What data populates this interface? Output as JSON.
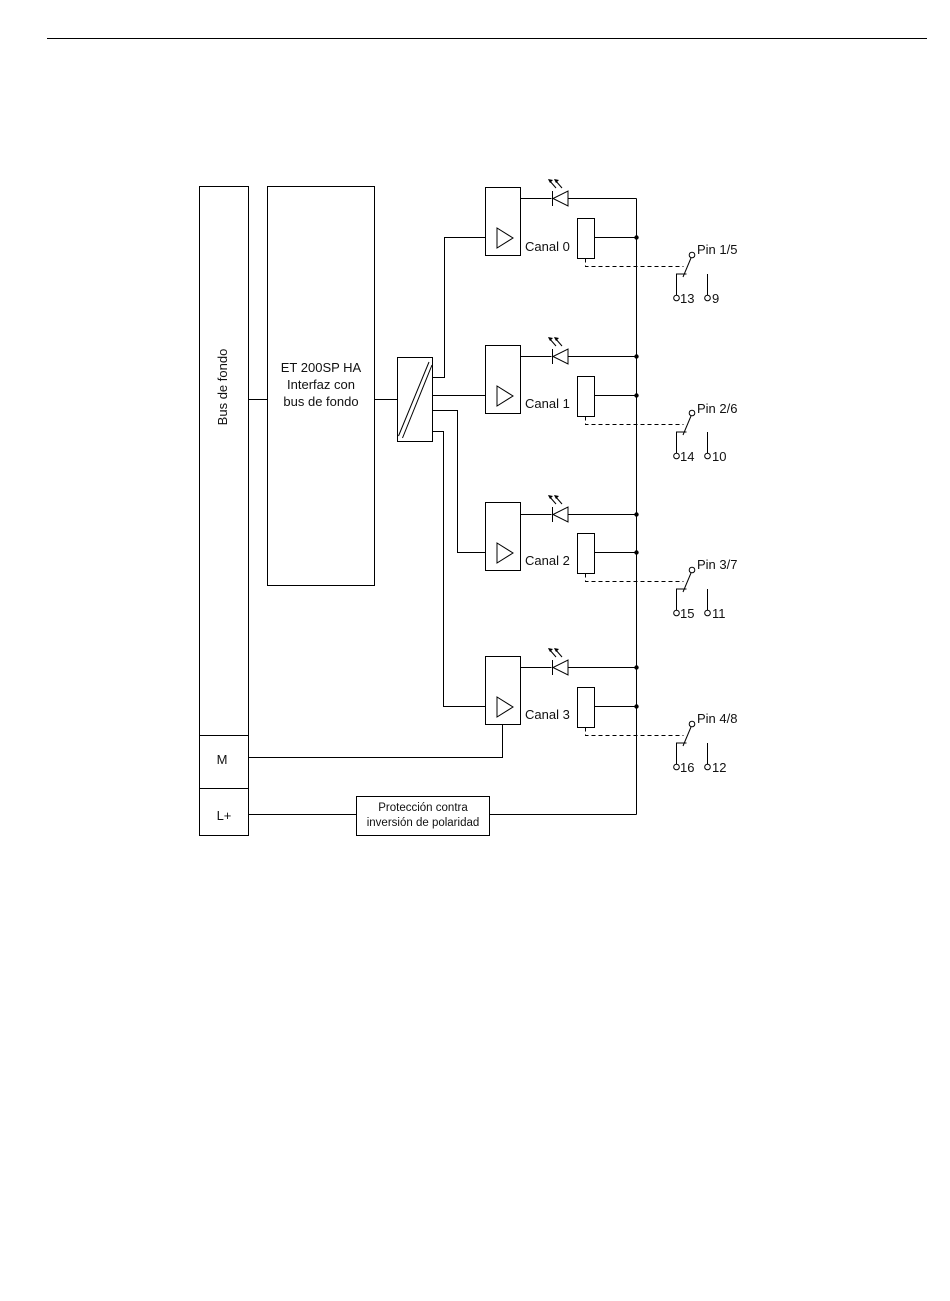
{
  "diagram": {
    "backplane_bus_label": "Bus de fondo",
    "interface": {
      "line1": "ET 200SP HA",
      "line2": "Interfaz con",
      "line3": "bus de fondo"
    },
    "supply": {
      "m_label": "M",
      "lplus_label": "L+"
    },
    "polarity_protection": {
      "line1": "Protección contra",
      "line2": "inversión de polaridad"
    },
    "channels": [
      {
        "label": "Canal 0",
        "pin": "Pin 1/5",
        "terminal_a": "13",
        "terminal_b": "9"
      },
      {
        "label": "Canal 1",
        "pin": "Pin 2/6",
        "terminal_a": "14",
        "terminal_b": "10"
      },
      {
        "label": "Canal 2",
        "pin": "Pin 3/7",
        "terminal_a": "15",
        "terminal_b": "11"
      },
      {
        "label": "Canal 3",
        "pin": "Pin 4/8",
        "terminal_a": "16",
        "terminal_b": "12"
      }
    ]
  }
}
